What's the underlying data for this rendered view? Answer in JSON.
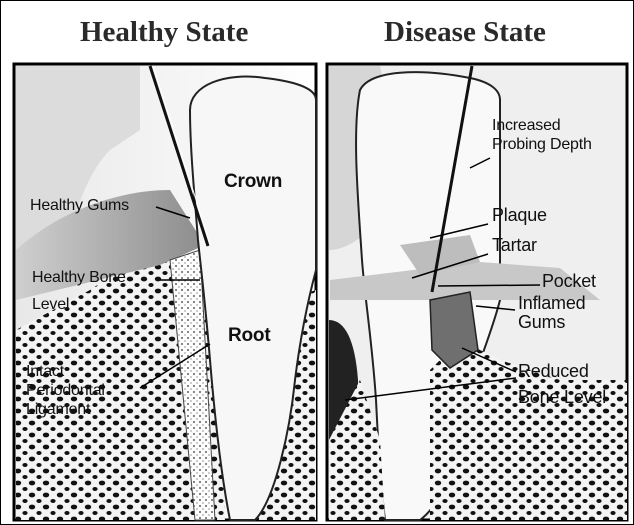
{
  "titles": {
    "left": "Healthy State",
    "right": "Disease State"
  },
  "healthy_labels": {
    "gums": "Healthy Gums",
    "bone_line1": "Healthy Bone",
    "bone_line2": "Level",
    "crown": "Crown",
    "root": "Root",
    "ligament_line1": "Intact",
    "ligament_line2": "Periodontal",
    "ligament_line3": "Ligament"
  },
  "disease_labels": {
    "probing_line1": "Increased",
    "probing_line2": "Probing Depth",
    "plaque": "Plaque",
    "tartar": "Tartar",
    "pocket": "Pocket",
    "inflamed_line1": "Inflamed",
    "inflamed_line2": "Gums",
    "reduced_line1": "Reduced",
    "reduced_line2": "Bone Level"
  }
}
